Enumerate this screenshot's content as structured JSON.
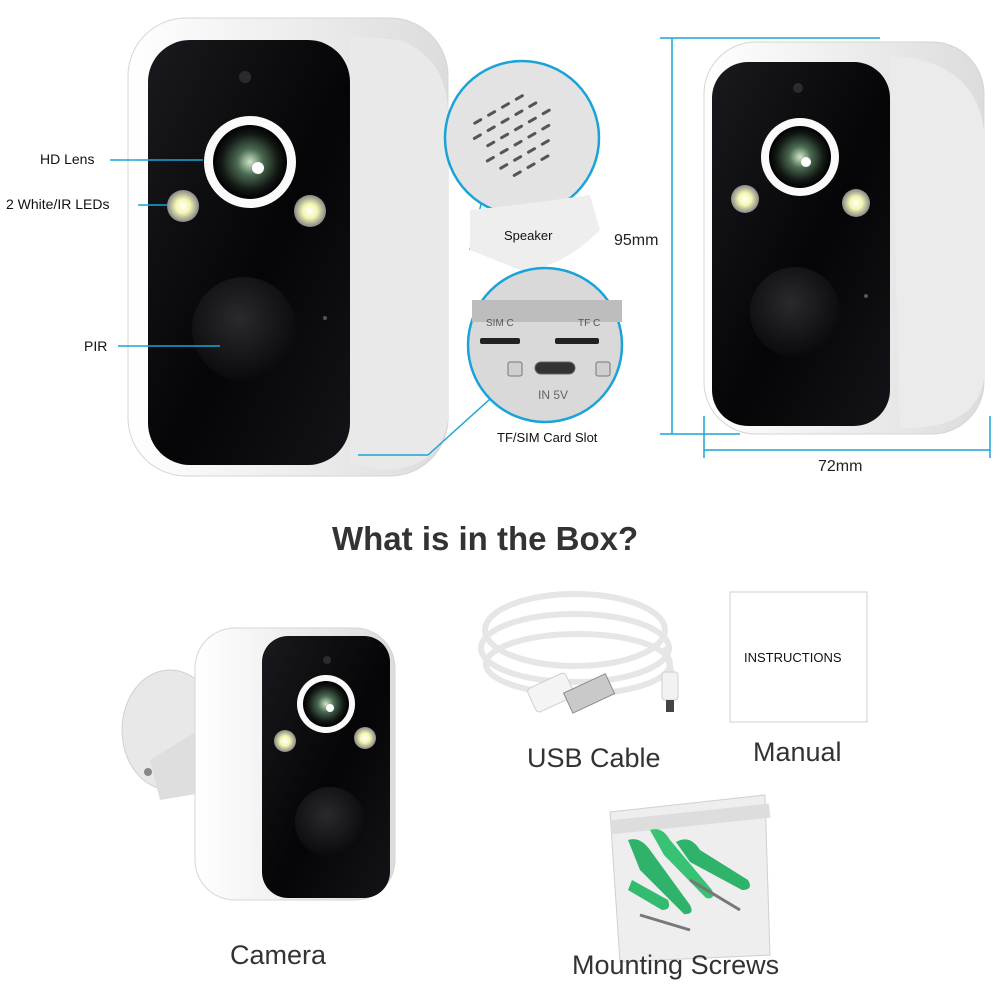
{
  "callouts": {
    "hd_lens": "HD Lens",
    "leds": "2 White/IR LEDs",
    "pir": "PIR",
    "speaker": "Speaker",
    "card_slot": "TF/SIM Card Slot"
  },
  "slot_detail": {
    "sim": "SIM C",
    "tf": "TF C",
    "port": "IN 5V"
  },
  "dimensions": {
    "height": "95mm",
    "width": "72mm"
  },
  "box": {
    "title": "What is in the Box?",
    "items": {
      "camera": "Camera",
      "cable": "USB Cable",
      "manual": "Manual",
      "screws": "Mounting Screws"
    },
    "manual_cover": "INSTRUCTIONS"
  },
  "colors": {
    "callout_line": "#1aa3d9",
    "camera_face": "#0b0b0d",
    "camera_body": "#f2f2f2",
    "screw_anchor": "#2fb36b"
  }
}
